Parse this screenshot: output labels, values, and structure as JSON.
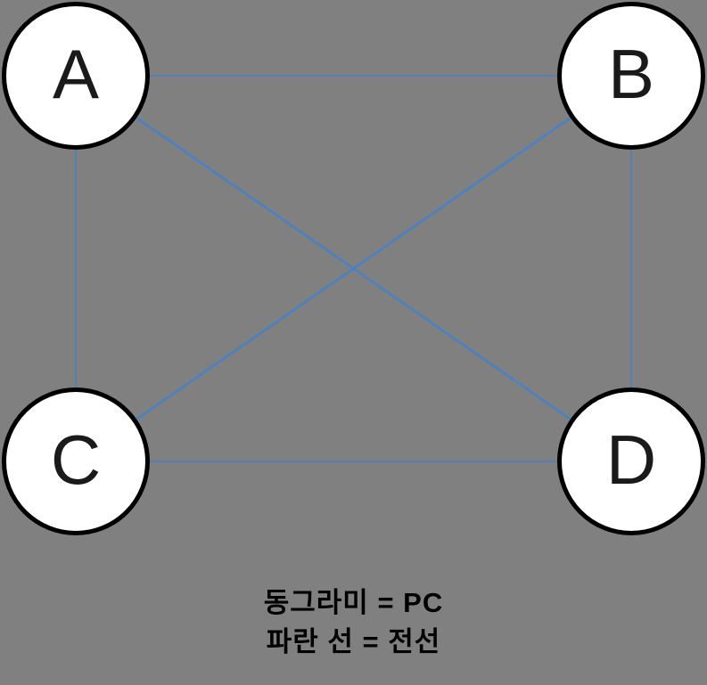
{
  "diagram": {
    "background_color": "#808080",
    "wire_color": "#4a80c4",
    "node_fill_color": "#ffffff",
    "node_border_color": "#000000",
    "nodes": [
      {
        "id": "A",
        "label": "A"
      },
      {
        "id": "B",
        "label": "B"
      },
      {
        "id": "C",
        "label": "C"
      },
      {
        "id": "D",
        "label": "D"
      }
    ],
    "edges": [
      {
        "from": "A",
        "to": "B"
      },
      {
        "from": "A",
        "to": "C"
      },
      {
        "from": "A",
        "to": "D"
      },
      {
        "from": "B",
        "to": "C"
      },
      {
        "from": "B",
        "to": "D"
      },
      {
        "from": "C",
        "to": "D"
      }
    ]
  },
  "legend": {
    "line1": "동그라미 = PC",
    "line2": "파란 선 = 전선"
  }
}
